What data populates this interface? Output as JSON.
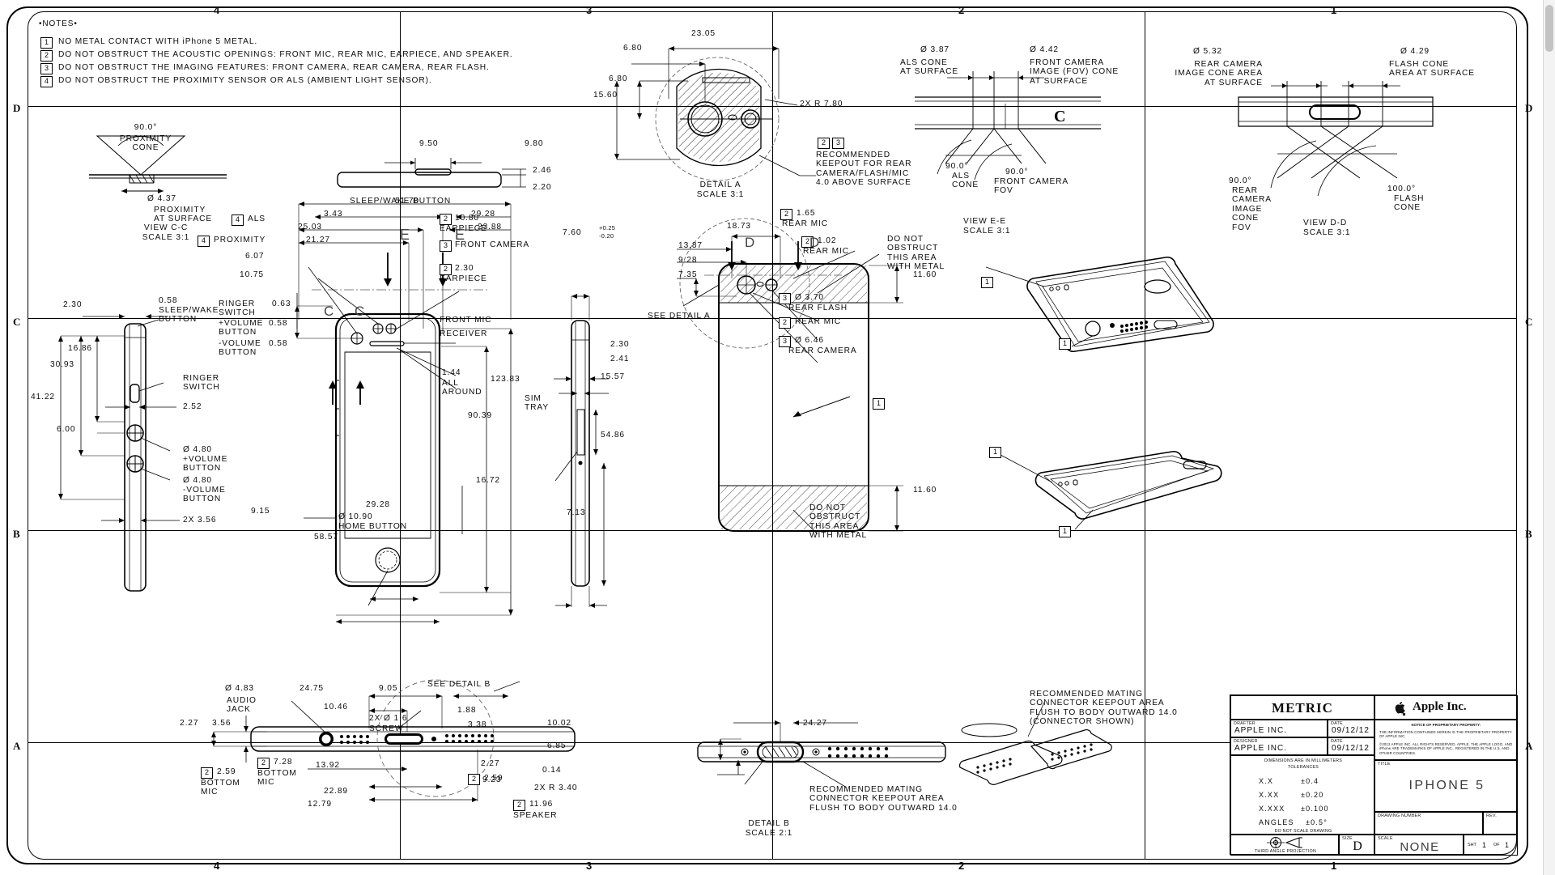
{
  "sheet": {
    "zone_columns": [
      "4",
      "3",
      "2",
      "1"
    ],
    "zone_rows": [
      "D",
      "C",
      "B",
      "A"
    ]
  },
  "notes": {
    "heading": "•NOTES•",
    "items": [
      {
        "flag": "1",
        "text": "NO METAL CONTACT WITH iPhone 5 METAL."
      },
      {
        "flag": "2",
        "text": "DO NOT OBSTRUCT THE ACOUSTIC OPENINGS: FRONT MIC, REAR MIC, EARPIECE, AND SPEAKER."
      },
      {
        "flag": "3",
        "text": "DO NOT OBSTRUCT THE IMAGING FEATURES: FRONT CAMERA, REAR CAMERA, REAR FLASH."
      },
      {
        "flag": "4",
        "text": "DO NOT OBSTRUCT THE PROXIMITY SENSOR OR ALS (AMBIENT LIGHT SENSOR)."
      }
    ]
  },
  "view_cc": {
    "angle": "90.0°",
    "cone_label": "PROXIMITY\nCONE",
    "dia": "Ø 4.37",
    "dia_label": "PROXIMITY\nAT SURFACE",
    "view_name": "VIEW C-C",
    "scale": "SCALE 3:1"
  },
  "sleepwake_view": {
    "dim_left": "9.50",
    "dim_right": "9.80",
    "dim_a": "2.46",
    "dim_b": "2.20",
    "label": "SLEEP/WAKE BUTTON"
  },
  "detail_a": {
    "dim_width": "23.05",
    "dim_x": "6.80",
    "dim_y": "6.80",
    "dim_h": "15.60",
    "radius": "2X R 7.80",
    "flags": [
      "2",
      "3"
    ],
    "callout": "RECOMMENDED\nKEEPOUT FOR REAR\nCAMERA/FLASH/MIC\n4.0 ABOVE SURFACE",
    "title": "DETAIL A",
    "scale": "SCALE 3:1"
  },
  "view_ee": {
    "als_dia": "Ø 3.87",
    "als_label": "ALS CONE\nAT SURFACE",
    "cam_dia": "Ø 4.42",
    "cam_label": "FRONT CAMERA\nIMAGE (FOV) CONE\nAT SURFACE",
    "section_letter": "C",
    "angle_left": "90.0°",
    "angle_left_label": "ALS\nCONE",
    "angle_right": "90.0°",
    "angle_right_label": "FRONT CAMERA\nFOV",
    "view_name": "VIEW E-E",
    "scale": "SCALE 3:1"
  },
  "view_dd": {
    "rear_dia": "Ø 5.32",
    "rear_label": "REAR CAMERA\nIMAGE CONE AREA\nAT SURFACE",
    "flash_dia": "Ø 4.29",
    "flash_label": "FLASH CONE\nAREA AT SURFACE",
    "angle_left": "90.0°",
    "angle_left_label": "REAR\nCAMERA\nIMAGE\nCONE\nFOV",
    "angle_right": "100.0°",
    "angle_right_label": "FLASH\nCONE",
    "view_name": "VIEW D-D",
    "scale": "SCALE 3:1"
  },
  "left_side_view": {
    "d_230": "2.30",
    "d_1686": "16.86",
    "d_3093": "30.93",
    "d_4122": "41.22",
    "d_600": "6.00",
    "d_058": "0.58",
    "sleepwake": "SLEEP/WAKE\nBUTTON",
    "ringer": "RINGER\nSWITCH",
    "d_252": "2.52",
    "vol_plus_dia": "Ø 4.80",
    "vol_plus": "+VOLUME\nBUTTON",
    "vol_minus_dia": "Ø 4.80",
    "vol_minus": "-VOLUME\nBUTTON",
    "d_2x356": "2X 3.56"
  },
  "front_view": {
    "d_5170": "51.70",
    "d_343": "3.43",
    "d_2928": "29.28",
    "d_2503": "25.03",
    "d_2388": "23.88",
    "d_2127": "21.27",
    "als_flag": "4",
    "als": "ALS",
    "prox_flag": "4",
    "prox": "PROXIMITY",
    "d_607": "6.07",
    "d_1075": "10.75",
    "earpiece_flag_1": "2",
    "earpiece_1": "10.80",
    "earpiece_1_label": "EARPIECE",
    "front_cam_flag": "3",
    "front_cam": "FRONT CAMERA",
    "earpiece_flag_2": "2",
    "earpiece_2": "2.30",
    "earpiece_2_label": "EARPIECE",
    "ringer_switch": "RINGER\nSWITCH",
    "ringer_val": "0.63",
    "vol_plus_label": "+VOLUME\nBUTTON",
    "vol_plus_val": "0.58",
    "vol_minus_label": "-VOLUME\nBUTTON",
    "vol_minus_val": "0.58",
    "front_mic": "FRONT MIC",
    "receiver": "RECEIVER",
    "d_144": "1.44",
    "all_around": "ALL\nAROUND",
    "d_12383": "123.83",
    "d_9039": "90.39",
    "d_1672": "16.72",
    "d_915": "9.15",
    "d_2928b": "29.28",
    "home_dia": "Ø 10.90",
    "home_label": "HOME BUTTON",
    "d_5857": "58.57",
    "section_e": "E"
  },
  "thin_side_view": {
    "d_760": "7.60",
    "tol_plus": "+0.25",
    "tol_minus": "-0.20",
    "d_230": "2.30",
    "d_241": "2.41",
    "d_1557": "15.57",
    "sim_tray": "SIM\nTRAY",
    "d_5486": "54.86",
    "d_713": "7.13"
  },
  "rear_view": {
    "d_1873": "18.73",
    "d_1387": "13.87",
    "d_928": "9.28",
    "d_735": "7.35",
    "rear_mic_flag_1": "2",
    "rear_mic_1": "1.65",
    "rear_mic_1_label": "REAR MIC",
    "rear_mic_flag_2": "2",
    "rear_mic_2": "1.02",
    "rear_mic_2_label": "REAR MIC",
    "do_not_obstruct_top": "DO NOT\nOBSTRUCT\nTHIS AREA\nWITH METAL",
    "d_1160_top": "11.60",
    "see_detail_a": "SEE DETAIL A",
    "flash_flag": "3",
    "flash_dia": "Ø 3.70",
    "flash_label": "REAR FLASH",
    "rear_mic_flag_3": "2",
    "rear_mic_3_label": "REAR MIC",
    "cam_flag": "3",
    "cam_dia": "Ø 6.46",
    "cam_label": "REAR CAMERA",
    "do_not_obstruct_bottom": "DO NOT\nOBSTRUCT\nTHIS AREA\nWITH METAL",
    "d_1160_bottom": "11.60",
    "note_flag": "1",
    "section_d": "D"
  },
  "iso_views": {
    "flag_top_left": "1",
    "flag_top_mid": "1",
    "flag_bottom_left": "1",
    "flag_bottom_mid": "1"
  },
  "bottom_view": {
    "audio_dia": "Ø 4.83",
    "audio_label": "AUDIO\nJACK",
    "d_227": "2.27",
    "d_356": "3.56",
    "d_2475": "24.75",
    "d_1046": "10.46",
    "d_905": "9.05",
    "see_detail_b": "SEE DETAIL B",
    "screw": "2X Ø 1.6",
    "screw_label": "SCREW",
    "d_188": "1.88",
    "d_338": "3.38",
    "d_227b": "2.27",
    "bottom_mic_flag_1": "2",
    "bottom_mic_1": "2.59",
    "bottom_mic_1_label": "BOTTOM\nMIC",
    "bottom_mic_flag_2": "2",
    "bottom_mic_2": "7.28",
    "bottom_mic_2_label": "BOTTOM\nMIC",
    "d_1392": "13.92",
    "d_2289": "22.89",
    "d_1279": "12.79",
    "d_923": "9.23",
    "speaker_flag_1": "2",
    "speaker_1": "2.59",
    "speaker_flag_2": "2",
    "speaker_2": "11.96",
    "speaker_label": "SPEAKER"
  },
  "detail_b": {
    "d_1002": "10.02",
    "d_2427": "24.27",
    "d_685": "6.85",
    "d_014": "0.14",
    "radius": "2X R 3.40",
    "callout": "RECOMMENDED MATING\nCONNECTOR KEEPOUT AREA\nFLUSH TO BODY OUTWARD 14.0",
    "title": "DETAIL B",
    "scale": "SCALE 2:1"
  },
  "connector_iso": {
    "callout": "RECOMMENDED MATING\nCONNECTOR KEEPOUT AREA\nFLUSH TO BODY OUTWARD 14.0\n(CONNECTOR SHOWN)"
  },
  "title_block": {
    "metric": "METRIC",
    "company": "Apple  Inc.",
    "drafter_label": "DRAFTER",
    "drafter": "APPLE  INC.",
    "drafter_date_label": "DATE",
    "drafter_date": "09/12/12",
    "designer_label": "DESIGNER",
    "designer": "APPLE  INC.",
    "designer_date_label": "DATE",
    "designer_date": "09/12/12",
    "units": "DIMENSIONS ARE IN MILLIMETERS",
    "tolerances_heading": "TOLERANCES",
    "tolerances": [
      {
        "spec": "X.X",
        "value": "±0.4"
      },
      {
        "spec": "X.XX",
        "value": "±0.20"
      },
      {
        "spec": "X.XXX",
        "value": "±0.100"
      },
      {
        "spec": "ANGLES",
        "value": "±0.5°"
      }
    ],
    "do_not_scale": "DO NOT SCALE DRAWING",
    "projection": "THIRD ANGLE PROJECTION",
    "notice_heading": "NOTICE OF PROPRIETARY PROPERTY:",
    "notice_body1": "THE INFORMATION CONTAINED HEREIN IS THE PROPRIETARY PROPERTY OF APPLE INC.",
    "notice_body2": "©2012 APPLE INC. ALL RIGHTS RESERVED. APPLE, THE APPLE LOGO, AND iPhone ARE TRADEMARKS OF APPLE INC., REGISTERED IN THE U.S. AND OTHER COUNTRIES.",
    "title_label": "TITLE",
    "title_value": "IPHONE 5",
    "drawing_number_label": "DRAWING NUMBER",
    "drawing_number": "",
    "rev_label": "REV.",
    "rev": "",
    "size_label": "SIZE",
    "size": "D",
    "scale_label": "SCALE",
    "scale": "NONE",
    "sheet_label": "SHT",
    "sheet_num": "1",
    "sheet_of": "OF",
    "sheet_total": "1"
  }
}
